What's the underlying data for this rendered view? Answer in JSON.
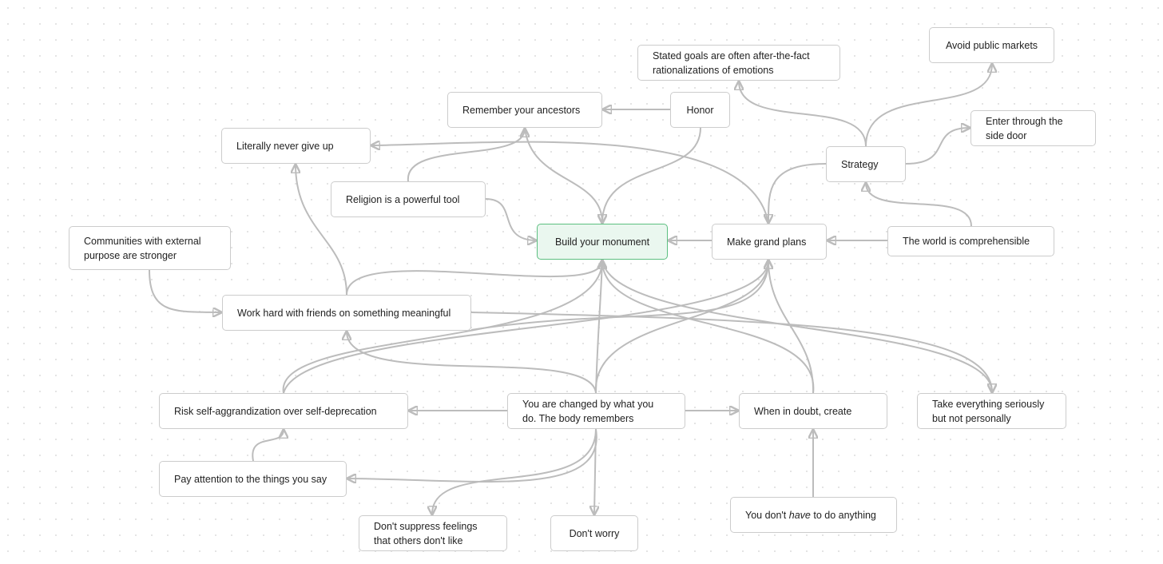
{
  "diagram": {
    "nodes": [
      {
        "id": "monument",
        "text": "Build your monument"
      },
      {
        "id": "avoid",
        "text": "Avoid public markets"
      },
      {
        "id": "stated",
        "text": "Stated goals are often after-the-fact rationalizations of emotions"
      },
      {
        "id": "ancestors",
        "text": "Remember your ancestors"
      },
      {
        "id": "honor",
        "text": "Honor"
      },
      {
        "id": "giveup",
        "text": "Literally never give up"
      },
      {
        "id": "side",
        "text": "Enter through the side door"
      },
      {
        "id": "strategy",
        "text": "Strategy"
      },
      {
        "id": "religion",
        "text": "Religion is a powerful tool"
      },
      {
        "id": "communities",
        "text": "Communities with external purpose are stronger"
      },
      {
        "id": "grand",
        "text": "Make grand plans"
      },
      {
        "id": "world",
        "text": "The world is comprehensible"
      },
      {
        "id": "work",
        "text": "Work hard with friends on something meaningful"
      },
      {
        "id": "risk",
        "text": "Risk self-aggrandization over self-deprecation"
      },
      {
        "id": "changed",
        "text": "You are changed by what you do. The body remembers"
      },
      {
        "id": "doubt",
        "text": "When in doubt, create"
      },
      {
        "id": "seriously",
        "text": "Take everything seriously but not personally"
      },
      {
        "id": "attention",
        "text": "Pay attention to the things you say"
      },
      {
        "id": "suppress",
        "text": "Don't suppress feelings that others don't like"
      },
      {
        "id": "worry",
        "text": "Don't worry"
      },
      {
        "id": "nothave",
        "text_before": "You don't ",
        "text_em": "have",
        "text_after": " to do anything"
      }
    ],
    "edges": [
      {
        "from": "honor",
        "to": "ancestors"
      },
      {
        "from": "honor",
        "to": "monument"
      },
      {
        "from": "ancestors",
        "to": "monument"
      },
      {
        "from": "religion",
        "to": "ancestors"
      },
      {
        "from": "religion",
        "to": "monument"
      },
      {
        "from": "grand",
        "to": "monument"
      },
      {
        "from": "grand",
        "to": "giveup"
      },
      {
        "from": "world",
        "to": "grand"
      },
      {
        "from": "world",
        "to": "strategy"
      },
      {
        "from": "strategy",
        "to": "grand"
      },
      {
        "from": "strategy",
        "to": "stated"
      },
      {
        "from": "strategy",
        "to": "avoid"
      },
      {
        "from": "strategy",
        "to": "side"
      },
      {
        "from": "communities",
        "to": "work"
      },
      {
        "from": "work",
        "to": "giveup"
      },
      {
        "from": "work",
        "to": "monument"
      },
      {
        "from": "work",
        "to": "grand"
      },
      {
        "from": "work",
        "to": "seriously"
      },
      {
        "from": "risk",
        "to": "monument"
      },
      {
        "from": "risk",
        "to": "grand"
      },
      {
        "from": "attention",
        "to": "risk"
      },
      {
        "from": "changed",
        "to": "monument"
      },
      {
        "from": "changed",
        "to": "grand"
      },
      {
        "from": "changed",
        "to": "work"
      },
      {
        "from": "changed",
        "to": "risk"
      },
      {
        "from": "changed",
        "to": "doubt"
      },
      {
        "from": "changed",
        "to": "attention"
      },
      {
        "from": "changed",
        "to": "suppress"
      },
      {
        "from": "changed",
        "to": "worry"
      },
      {
        "from": "doubt",
        "to": "monument"
      },
      {
        "from": "doubt",
        "to": "grand"
      },
      {
        "from": "monument",
        "to": "seriously"
      },
      {
        "from": "nothave",
        "to": "doubt"
      }
    ]
  }
}
